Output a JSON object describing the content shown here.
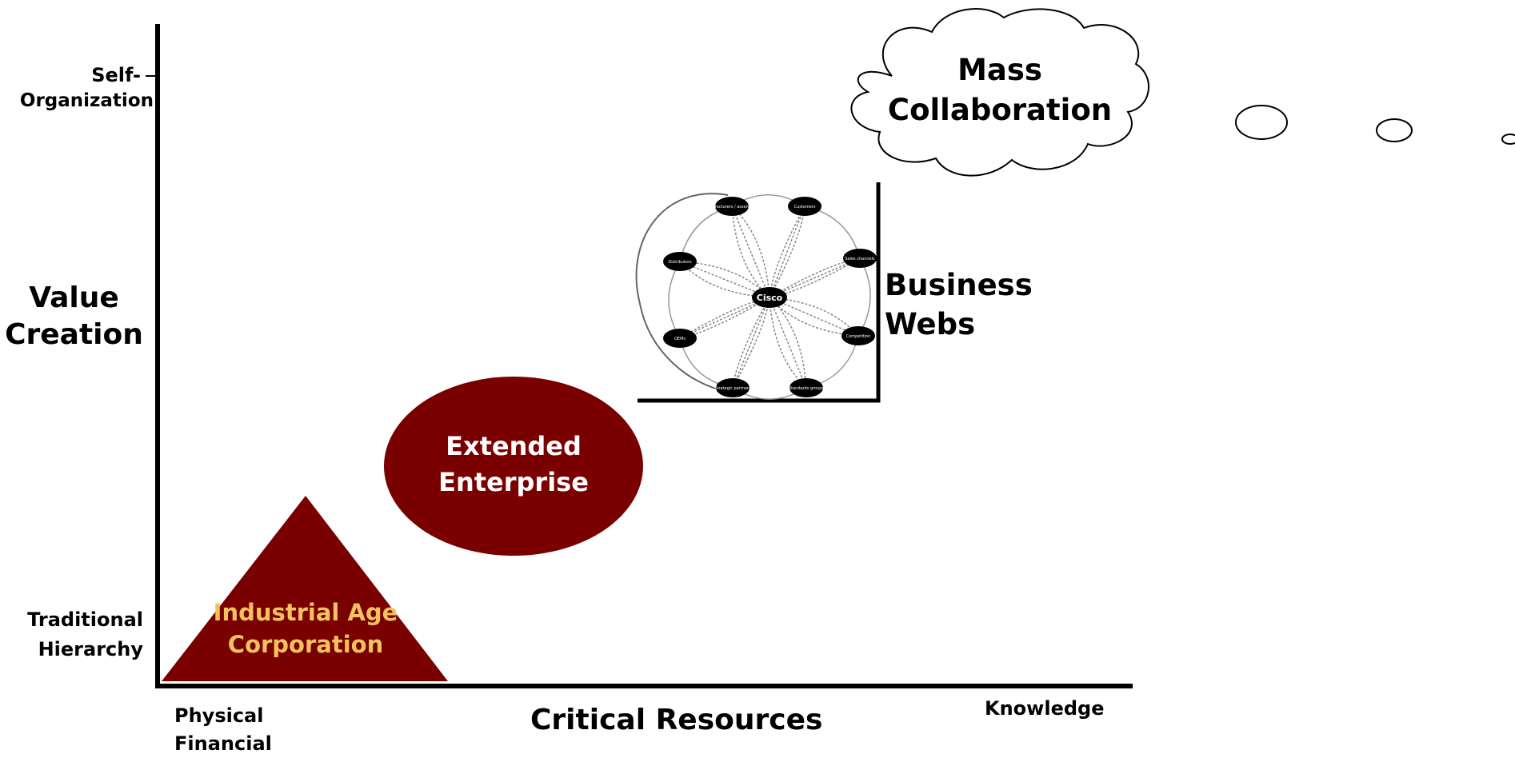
{
  "axes": {
    "y_title_line1": "Value",
    "y_title_line2": "Creation",
    "y_top_line1": "Self-",
    "y_top_line2": "Organization",
    "y_bottom_line1": "Traditional",
    "y_bottom_line2": "Hierarchy",
    "x_title": "Critical Resources",
    "x_left_line1": "Physical",
    "x_left_line2": "Financial",
    "x_right": "Knowledge"
  },
  "stages": {
    "industrial": {
      "line1": "Industrial Age",
      "line2": "Corporation"
    },
    "extended": {
      "line1": "Extended",
      "line2": "Enterprise"
    },
    "business_webs": {
      "line1": "Business",
      "line2": "Webs"
    },
    "mass_collab": {
      "line1": "Mass",
      "line2": "Collaboration"
    }
  },
  "web_network": {
    "center": "Cisco",
    "nodes": [
      "Manufacturers / assemblers",
      "Customers",
      "Sales channels",
      "Distributors",
      "OEMs",
      "Competition",
      "Strategic partners",
      "Standards groups"
    ]
  },
  "colors": {
    "stage_fill": "#7a0000",
    "industrial_text": "#f2c25e",
    "extended_text": "#ffffff",
    "axis": "#000000"
  }
}
